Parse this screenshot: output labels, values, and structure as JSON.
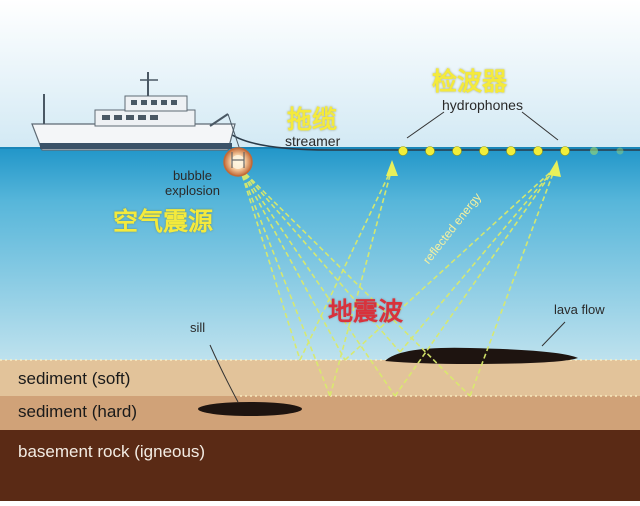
{
  "colors": {
    "sky_top": "#d9ecf5",
    "sea_top": "#2aa3cf",
    "sea_bottom": "#b2dcea",
    "sediment_soft": "#e4c79f",
    "sediment_hard": "#cfa074",
    "basement": "#5c2c17",
    "ray": "#d6e66a",
    "hydrophone": "#f2ee3a"
  },
  "labels": {
    "hydrophones_cn": "检波器",
    "hydrophones_en": "hydrophones",
    "streamer_cn": "拖缆",
    "streamer_en": "streamer",
    "source_en": "bubble\nexplosion",
    "source_cn": "空气震源",
    "wave_cn": "地震波",
    "reflected_en": "reflected energy",
    "sill_en": "sill",
    "lava_en": "lava flow"
  },
  "layers": [
    {
      "id": "soft",
      "label": "sediment (soft)"
    },
    {
      "id": "hard",
      "label": "sediment (hard)"
    },
    {
      "id": "basement",
      "label": "basement rock (igneous)"
    }
  ]
}
